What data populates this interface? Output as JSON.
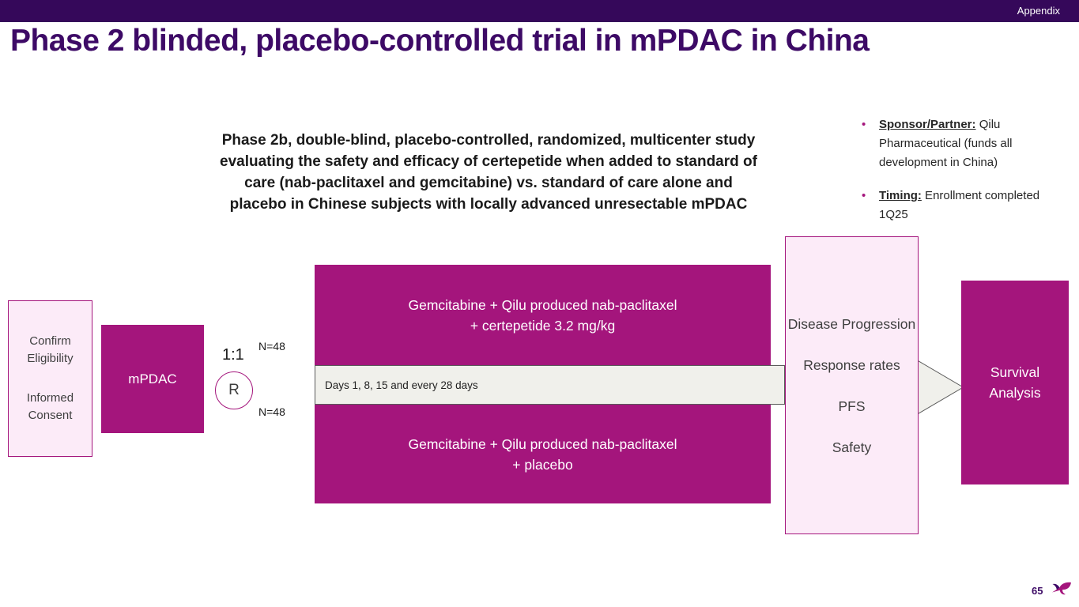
{
  "topbar": {
    "tag": "Appendix"
  },
  "title": "Phase 2 blinded, placebo-controlled trial in mPDAC in China",
  "study": {
    "lines": [
      "Phase 2b, double-blind, placebo-controlled, randomized, multicenter study",
      "evaluating the safety and efficacy of certepetide when added to standard of",
      "care (nab-paclitaxel and gemcitabine) vs. standard of care alone and",
      "placebo in Chinese subjects with locally advanced unresectable mPDAC"
    ]
  },
  "bullet_char": "•",
  "sidebar_bullets": [
    {
      "label": "Sponsor/Partner:",
      "text": "  Qilu Pharmaceutical (funds all development in China)"
    },
    {
      "label": "Timing:",
      "text": "  Enrollment completed 1Q25"
    }
  ],
  "diagram": {
    "eligibility": {
      "top": "Confirm Eligibility",
      "bottom": "Informed Consent"
    },
    "population": "mPDAC",
    "ratio": "1:1",
    "randomize": "R",
    "n_top": "N=48",
    "n_bottom": "N=48",
    "arm_top": {
      "line1": "Gemcitabine + Qilu produced nab-paclitaxel",
      "line2": "+ certepetide 3.2 mg/kg"
    },
    "schedule": "Days 1, 8, 15 and every 28 days",
    "arm_bottom": {
      "line1": "Gemcitabine + Qilu produced nab-paclitaxel",
      "line2": "+ placebo"
    },
    "endpoints": [
      "Disease Progression",
      "Response rates",
      "PFS",
      "Safety"
    ],
    "outcome": {
      "line1": "Survival",
      "line2": "Analysis"
    }
  },
  "footer": {
    "page_number": "65",
    "logo_icon": "hummingbird-logo"
  },
  "colors": {
    "banner_purple": "#35085A",
    "title_purple": "#3D0A66",
    "magenta": "#A4157C",
    "light_pink": "#FCEBF8",
    "gray_bar": "#F0F0EB"
  }
}
